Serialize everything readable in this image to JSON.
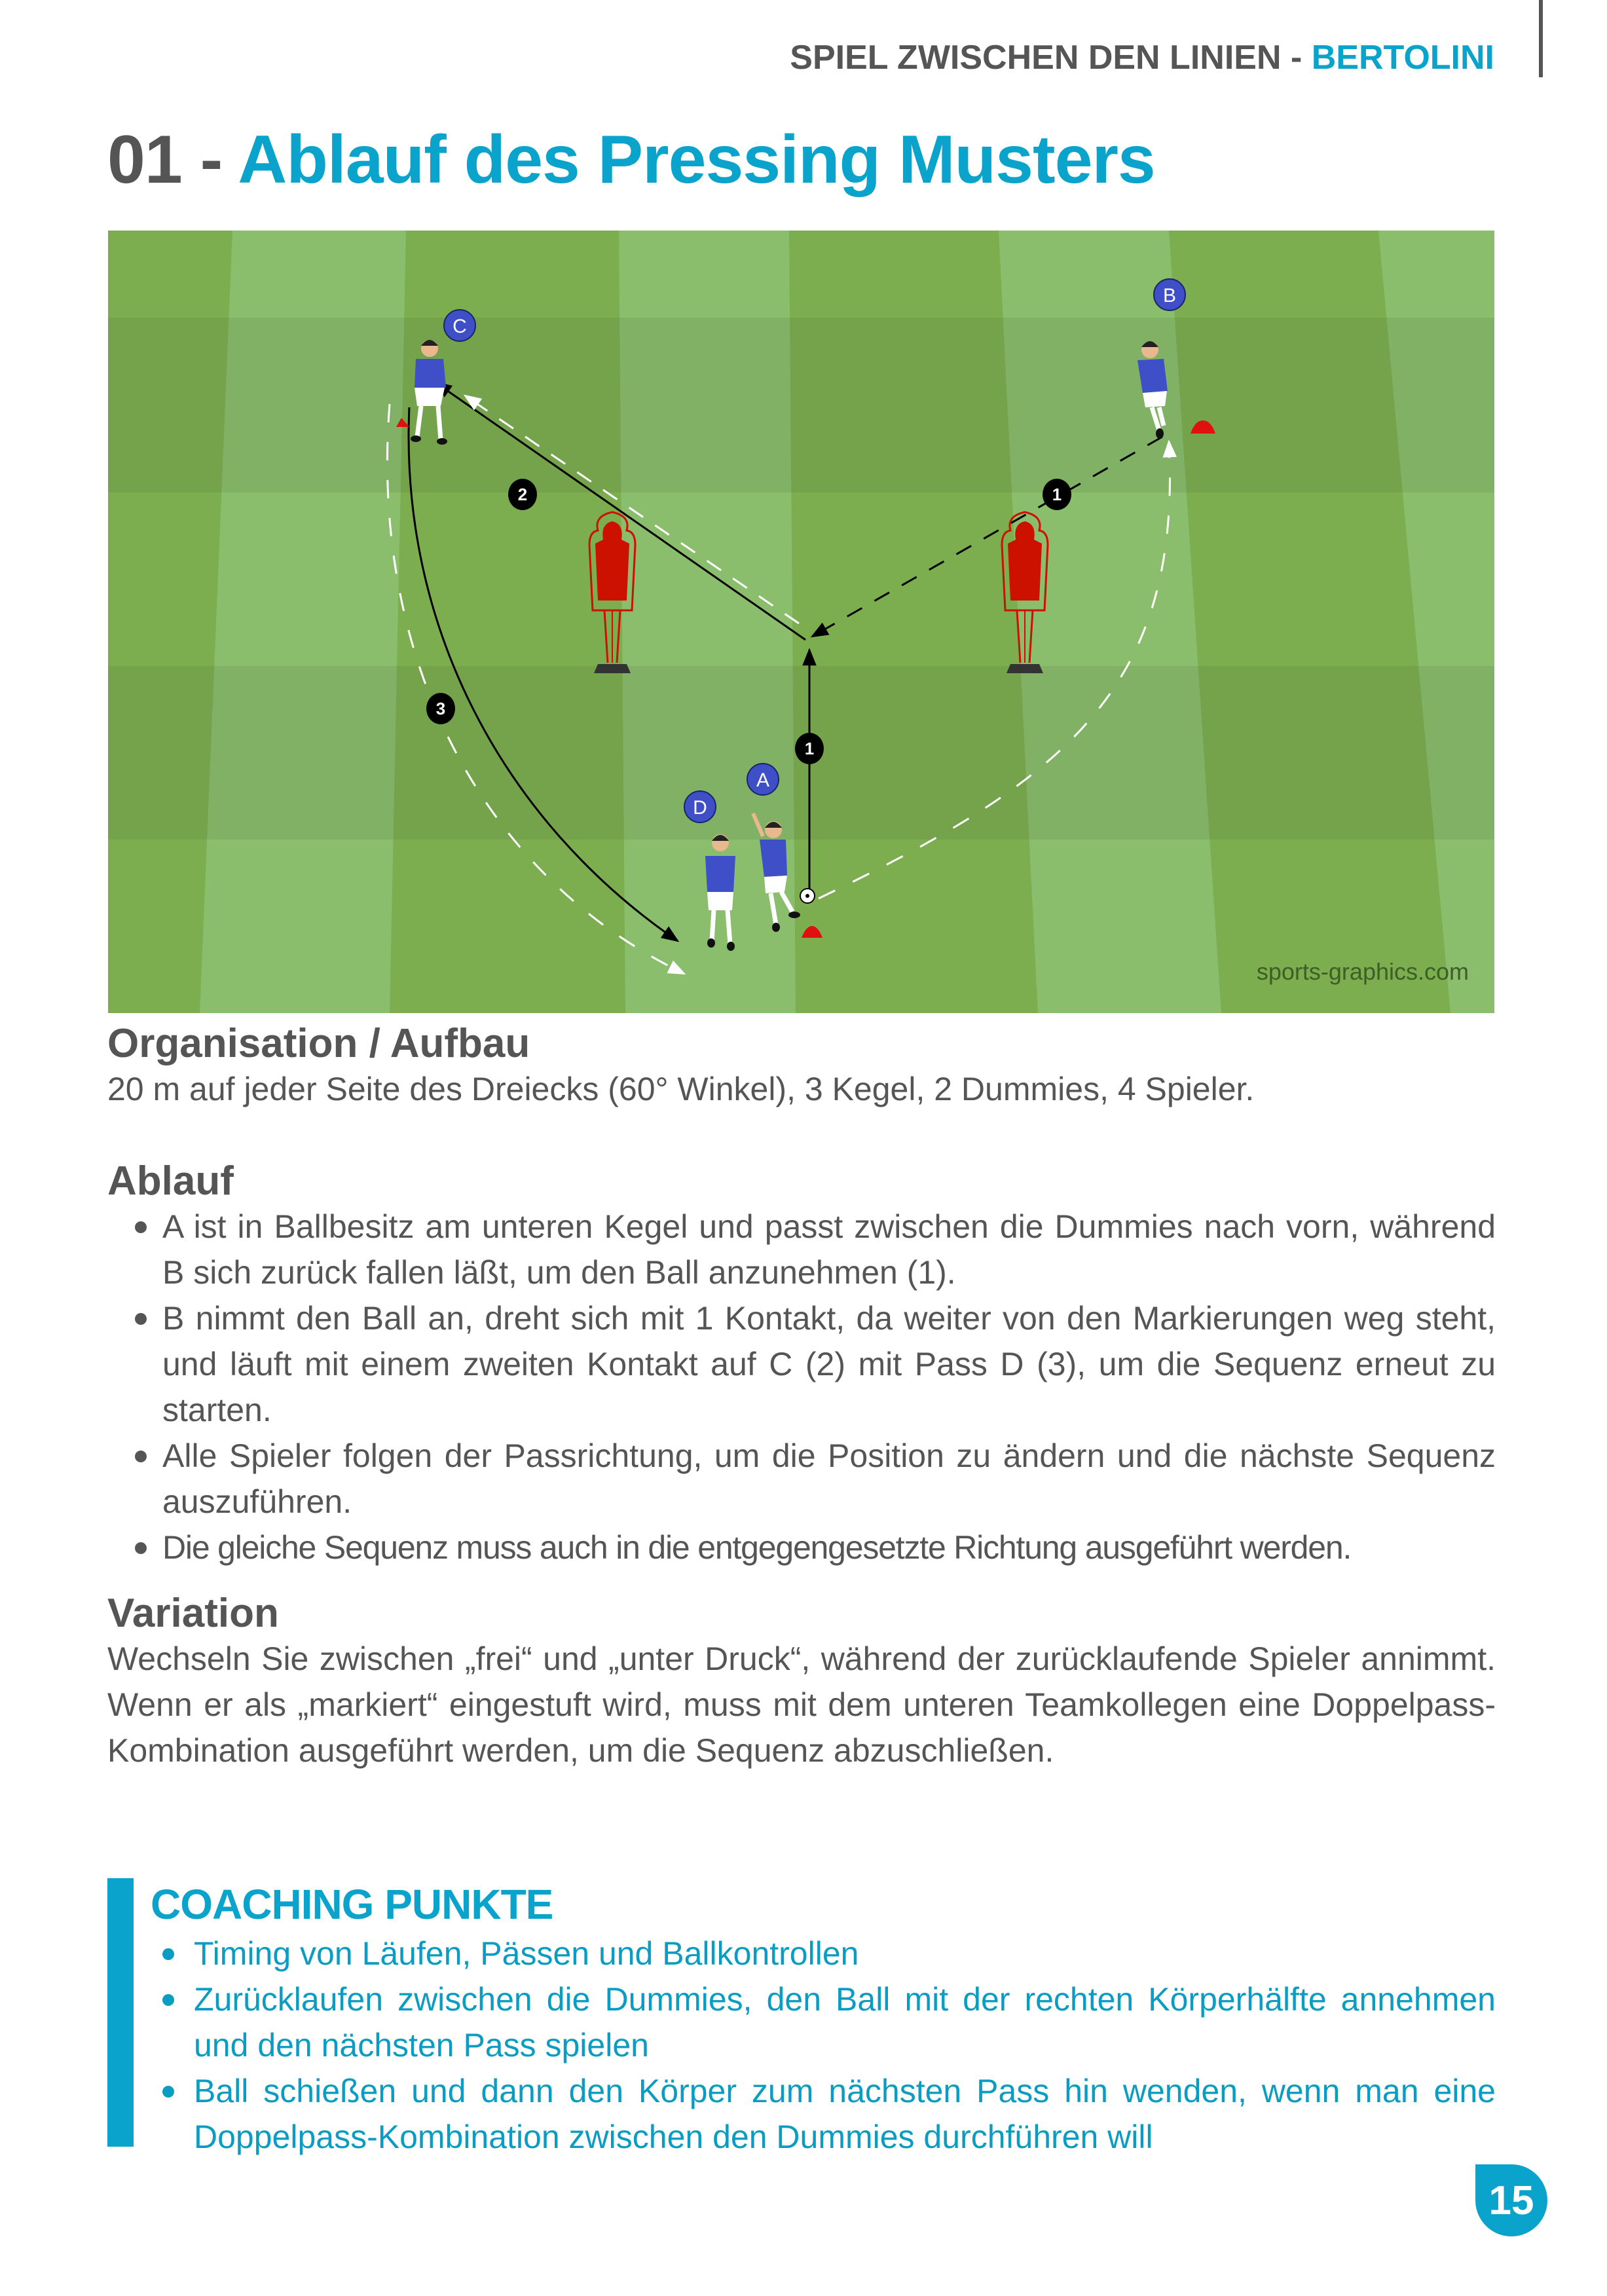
{
  "header": {
    "running_title_main": "SPIEL ZWISCHEN DEN LINIEN - ",
    "running_title_accent": "BERTOLINI"
  },
  "title": {
    "number": "01 - ",
    "text": "Ablauf des Pressing Musters"
  },
  "diagram": {
    "watermark": "sports-graphics.com",
    "players": [
      {
        "label": "A",
        "role": "ball carrier at lower cone"
      },
      {
        "label": "B",
        "role": "top right, drops back"
      },
      {
        "label": "C",
        "role": "top left"
      },
      {
        "label": "D",
        "role": "bottom, next to A"
      }
    ],
    "step_markers": [
      "1",
      "1",
      "2",
      "3"
    ],
    "equipment": {
      "cones": 3,
      "dummies": 2,
      "ball": 1
    },
    "colors": {
      "grass_light": "#8abd6c",
      "grass_dark": "#77a84b",
      "player_badge": "#3f4fc8",
      "dummy_red": "#cc1100",
      "cone_red": "#e01010",
      "marker_black": "#000000"
    }
  },
  "organisation": {
    "heading": "Organisation / Aufbau",
    "text": "20 m auf jeder Seite des Dreiecks (60° Winkel), 3 Kegel, 2 Dummies, 4 Spieler."
  },
  "ablauf": {
    "heading": "Ablauf",
    "items": [
      "A ist in Ballbesitz am unteren Kegel und passt zwischen die Dummies nach vorn, während B sich zurück fallen läßt, um den Ball anzunehmen (1).",
      "B nimmt den Ball an, dreht sich mit 1 Kontakt, da weiter von den Markierungen weg steht, und läuft mit einem zweiten Kontakt auf C (2) mit Pass D (3), um die Sequenz erneut zu starten.",
      "Alle Spieler folgen der Passrichtung, um die Position zu ändern und die nächste Sequenz auszuführen.",
      "Die gleiche Sequenz muss auch in die entgegengesetzte Richtung ausgeführt werden."
    ]
  },
  "variation": {
    "heading": "Variation",
    "text": "Wechseln Sie zwischen „frei“ und „unter Druck“, während der zurücklaufende Spieler annimmt. Wenn er als „markiert“ eingestuft wird, muss mit dem unteren Teamkollegen eine Doppelpass-Kombination ausgeführt werden, um die Sequenz abzuschließen."
  },
  "coaching": {
    "heading": "COACHING PUNKTE",
    "items": [
      "Timing von Läufen, Pässen und Ballkontrollen",
      "Zurücklaufen zwischen die Dummies, den Ball mit der rechten Körperhälfte annehmen und den nächsten Pass spielen",
      "Ball schießen und dann den Körper zum nächsten Pass hin wenden, wenn man eine Doppelpass-Kombination zwischen den Dummies durchführen will"
    ]
  },
  "footer": {
    "page_number": "15"
  },
  "colors": {
    "accent": "#0aa3cb",
    "text": "#555555"
  }
}
